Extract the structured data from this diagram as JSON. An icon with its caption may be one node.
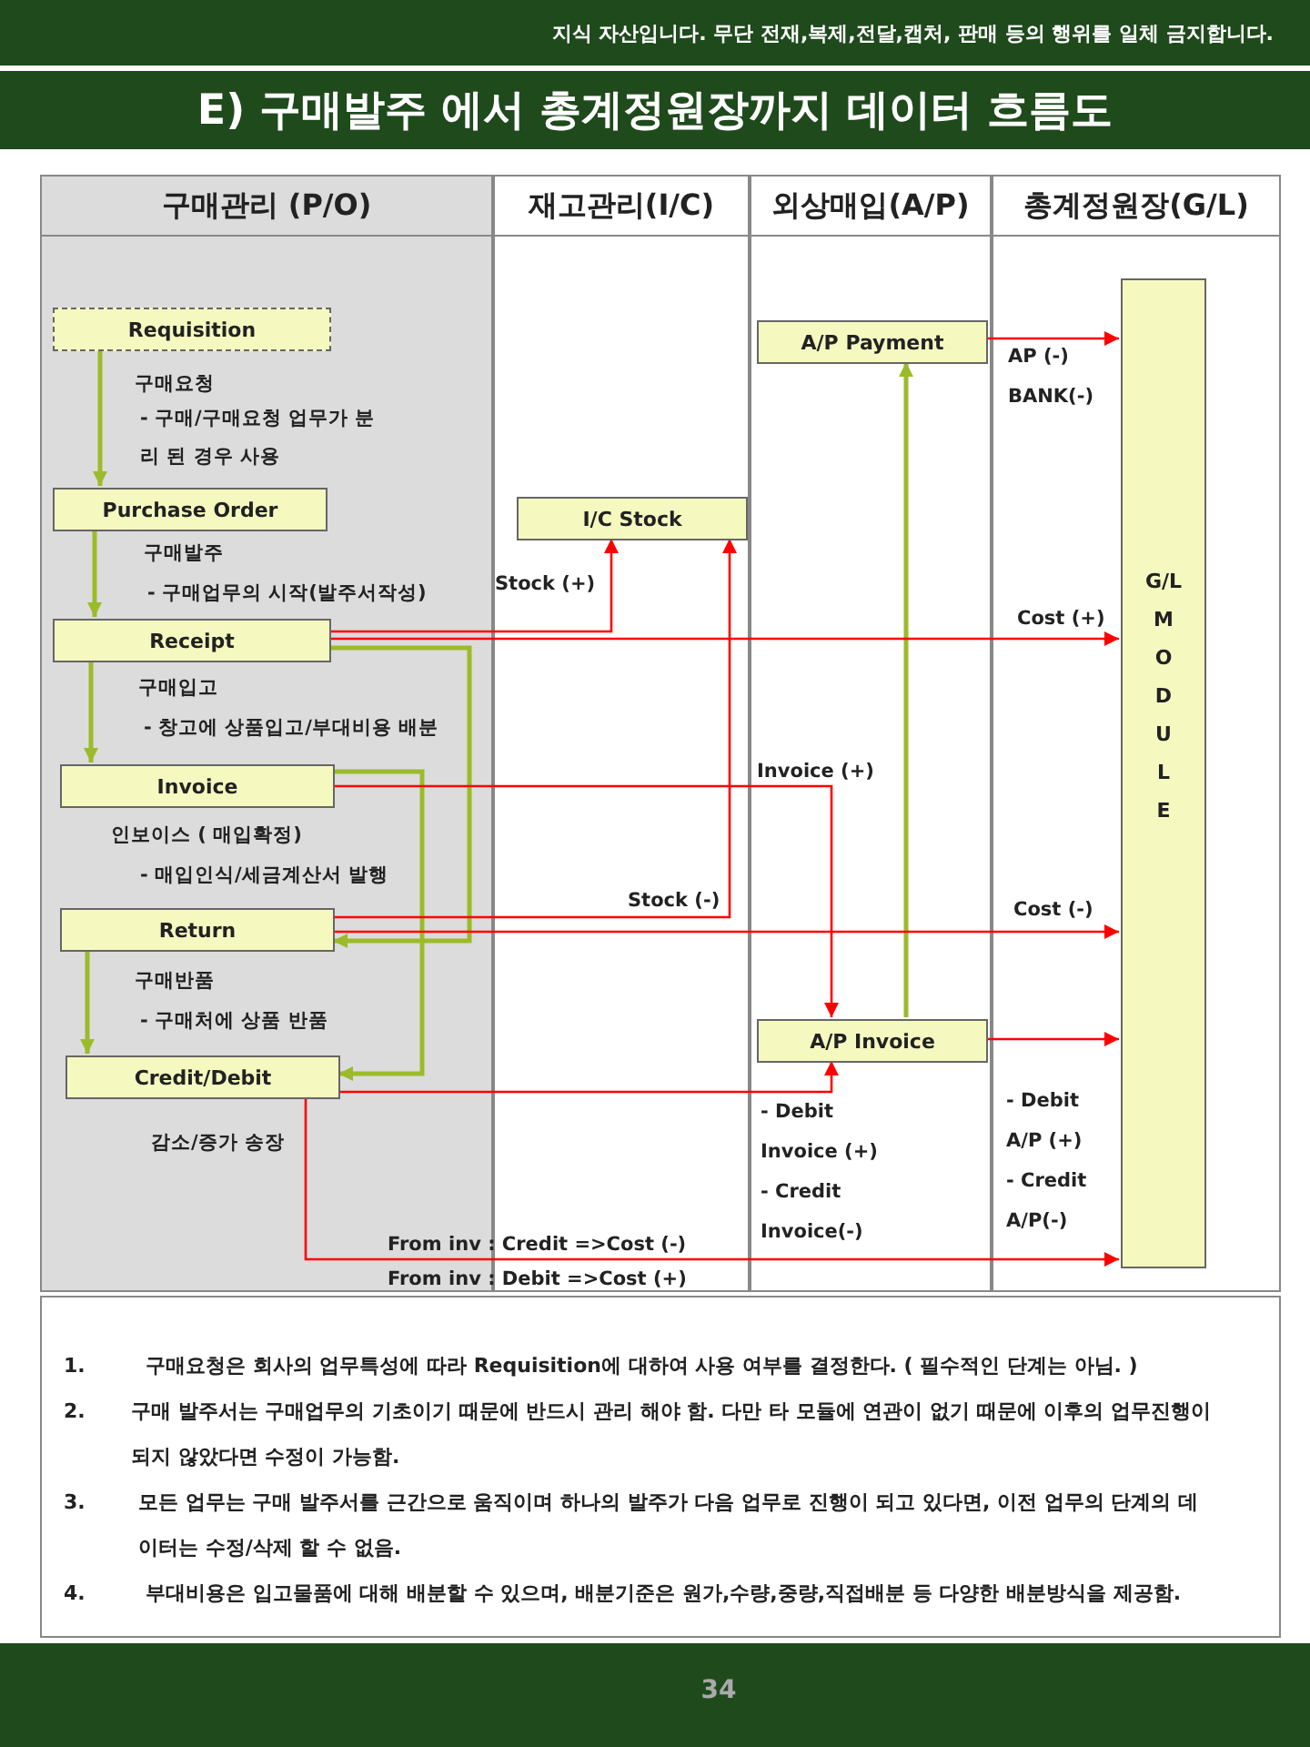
{
  "diagram": {
    "title": "E) 구매발주 에서 총계정원장까지 데이터 흐름도",
    "nodes": [
      {
        "text": [
          "구매관리 (P/O)"
        ]
      },
      {
        "text": [
          "재고관리(I/C)"
        ]
      },
      {
        "text": [
          "외상매입(A/P)"
        ]
      },
      {
        "text": [
          "총계정원장(G/L)"
        ]
      },
      {
        "text": [
          "Requisition"
        ],
        "in": 0,
        "beside": [
          "구매요청",
          "- 구매/구매요청 업무가 분리 된 경우 사용"
        ]
      },
      {
        "text": [
          "Purchase Order"
        ],
        "in": 0,
        "beside": [
          "구매발주",
          "- 구매업무의 시작(발주서작성)"
        ]
      },
      {
        "text": [
          "Receipt"
        ],
        "in": 0,
        "beside": [
          "구매입고",
          "- 창고에 상품입고/부대비용 배분"
        ]
      },
      {
        "text": [
          "Invoice"
        ],
        "in": 0,
        "beside": [
          "인보이스 ( 매입확정)",
          "- 매입인식/세금계산서 발행"
        ]
      },
      {
        "text": [
          "Return"
        ],
        "in": 0,
        "beside": [
          "구매반품",
          "- 구매처에 상품 반품"
        ]
      },
      {
        "text": [
          "Credit/Debit"
        ],
        "in": 0,
        "beside": [
          "감소/증가 송장"
        ]
      },
      {
        "text": [
          "I/C Stock"
        ],
        "in": 1
      },
      {
        "text": [
          "A/P Payment"
        ],
        "in": 2
      },
      {
        "text": [
          "A/P Invoice"
        ],
        "in": 2
      },
      {
        "text": [
          "G/L",
          "MODULE"
        ],
        "in": 3
      }
    ],
    "edges": [
      {
        "from": 4,
        "to": 5,
        "arrow": "to",
        "color": "#9bbb2a"
      },
      {
        "from": 5,
        "to": 6,
        "arrow": "to",
        "color": "#9bbb2a"
      },
      {
        "from": 6,
        "to": 7,
        "arrow": "to",
        "color": "#9bbb2a"
      },
      {
        "from": 6,
        "to": 8,
        "arrow": "to",
        "color": "#9bbb2a"
      },
      {
        "from": 7,
        "to": 9,
        "arrow": "to",
        "color": "#9bbb2a"
      },
      {
        "from": 8,
        "to": 9,
        "arrow": "to",
        "color": "#9bbb2a"
      },
      {
        "from": 12,
        "to": 11,
        "arrow": "to",
        "color": "#9bbb2a"
      },
      {
        "from": 6,
        "to": 10,
        "arrow": "to",
        "label": "Stock (+)"
      },
      {
        "from": 6,
        "to": 13,
        "arrow": "to",
        "label": "Cost (+)"
      },
      {
        "from": 7,
        "to": 12,
        "arrow": "to",
        "label": "Invoice (+)"
      },
      {
        "from": 8,
        "to": 10,
        "arrow": "to",
        "label": "Stock (-)"
      },
      {
        "from": 8,
        "to": 13,
        "arrow": "to",
        "label": "Cost (-)"
      },
      {
        "from": 9,
        "to": 12,
        "arrow": "to"
      },
      {
        "from": 9,
        "to": 13,
        "arrow": "to",
        "label": "From inv : Credit =>Cost (-)"
      },
      {
        "from": 11,
        "to": 13,
        "arrow": "to",
        "label": "AP (-)"
      },
      {
        "from": 12,
        "to": 13,
        "arrow": "to"
      }
    ],
    "labels": [
      "지식 자산입니다. 무단 전재,복제,전달,캡처, 판매 등의 행위를 일체 금지합니다.",
      "BANK(-)",
      "- Debit",
      "Invoice (+)",
      "- Credit",
      "Invoice(-)",
      "- Debit",
      "A/P (+)",
      "- Credit",
      "A/P(-)",
      "From inv : Debit =>Cost (+)",
      "1.",
      "구매요청은 회사의 업무특성에 따라 Requisition에 대하여 사용 여부를 결정한다. ( 필수적인 단계는 아님. )",
      "2.",
      "구매 발주서는 구매업무의 기초이기 때문에 반드시 관리 해야 함. 다만 타 모듈에 연관이 없기 때문에 이후의 업무진행이 되지 않았다면 수정이 가능함.",
      "3.",
      "모든 업무는 구매 발주서를 근간으로 움직이며 하나의 발주가 다음 업무로 진행이 되고 있다면, 이전 업무의 단계의 데이터는 수정/삭제 할 수 없음.",
      "4.",
      "부대비용은 입고물품에 대해 배분할 수 있으며, 배분기준은 원가,수량,중량,직접배분 등 다양한 배분방식을 제공함.",
      "34"
    ]
  }
}
